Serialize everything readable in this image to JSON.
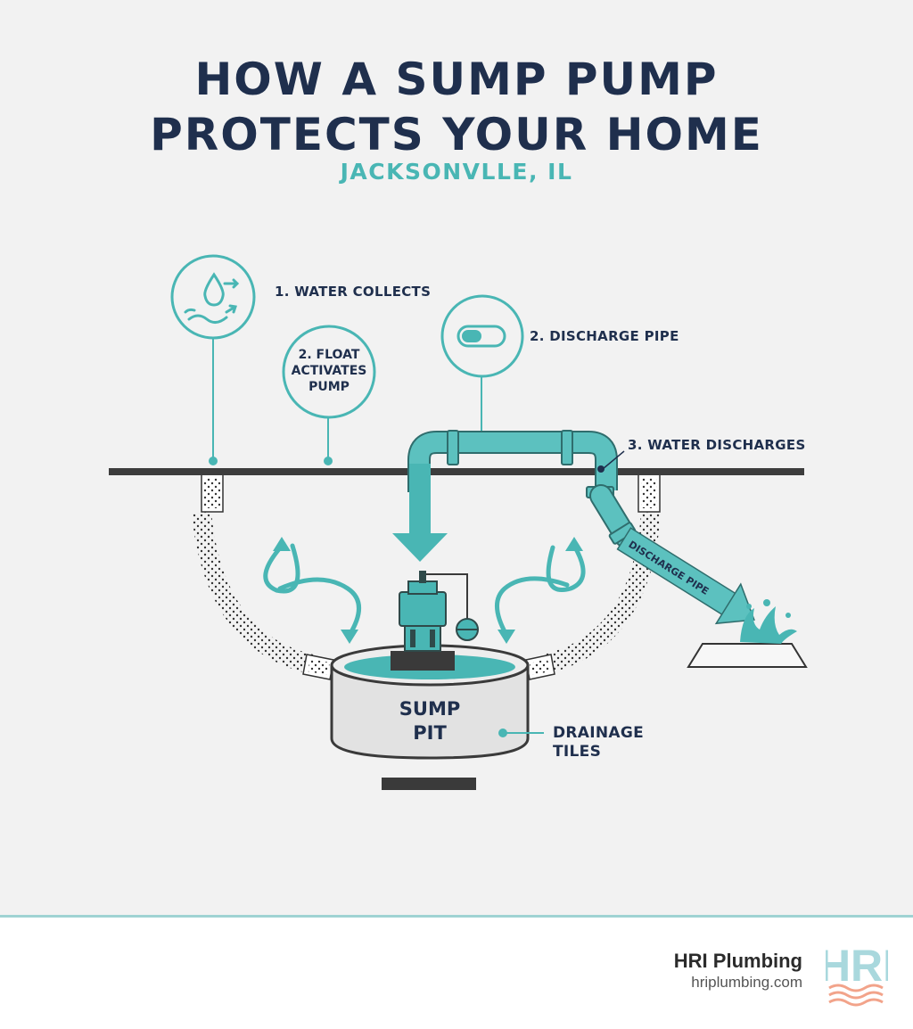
{
  "header": {
    "title_line1": "HOW A SUMP PUMP",
    "title_line2": "PROTECTS YOUR HOME",
    "subtitle": "JACKSONVLLE, IL"
  },
  "steps": [
    {
      "label": "1. WATER COLLECTS",
      "icon": "water-drop-icon"
    },
    {
      "label": "2. FLOAT ACTIVATES PUMP",
      "lines": [
        "2. FLOAT",
        "ACTIVATES",
        "PUMP"
      ]
    },
    {
      "label": "2. DISCHARGE PIPE",
      "icon": "pipe-icon"
    },
    {
      "label": "3. WATER DISCHARGES"
    }
  ],
  "parts": {
    "pit_line1": "SUMP",
    "pit_line2": "PIT",
    "drainage_line1": "DRAINAGE",
    "drainage_line2": "TILES",
    "pipe_text": "DISCHARGE PIPE"
  },
  "footer": {
    "company": "HRI Plumbing",
    "website": "hriplumbing.com",
    "logo_text": "HRI"
  },
  "colors": {
    "navy": "#1f2f4d",
    "teal": "#49b6b4",
    "background": "#f2f2f2"
  }
}
